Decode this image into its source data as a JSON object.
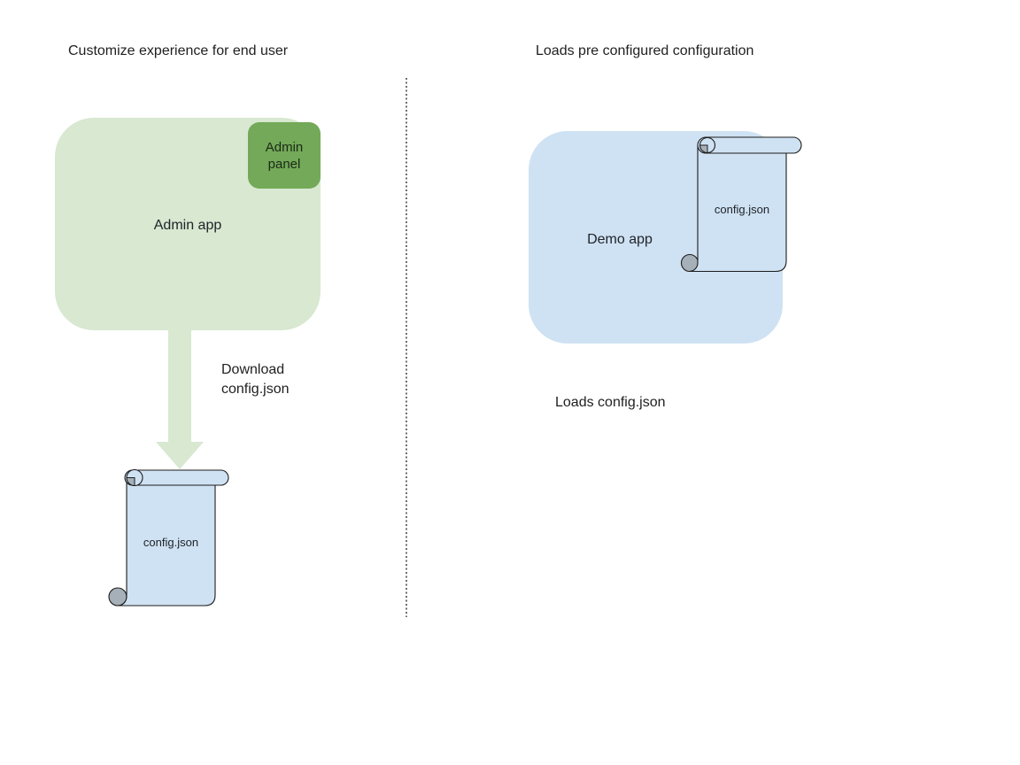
{
  "colors": {
    "lightGreen": "#d8e8d1",
    "green": "#73a958",
    "lightBlue": "#cfe2f3",
    "curlGray": "#a6b0b8",
    "stroke": "#1c1c1c"
  },
  "left": {
    "title": "Customize experience for end user",
    "admin_app_label": "Admin app",
    "admin_panel_label": "Admin panel",
    "download_caption": "Download\nconfig.json",
    "config_file_label": "config.json"
  },
  "right": {
    "title": "Loads pre configured configuration",
    "demo_app_label": "Demo app",
    "config_file_label": "config.json",
    "loads_caption": "Loads config.json"
  }
}
